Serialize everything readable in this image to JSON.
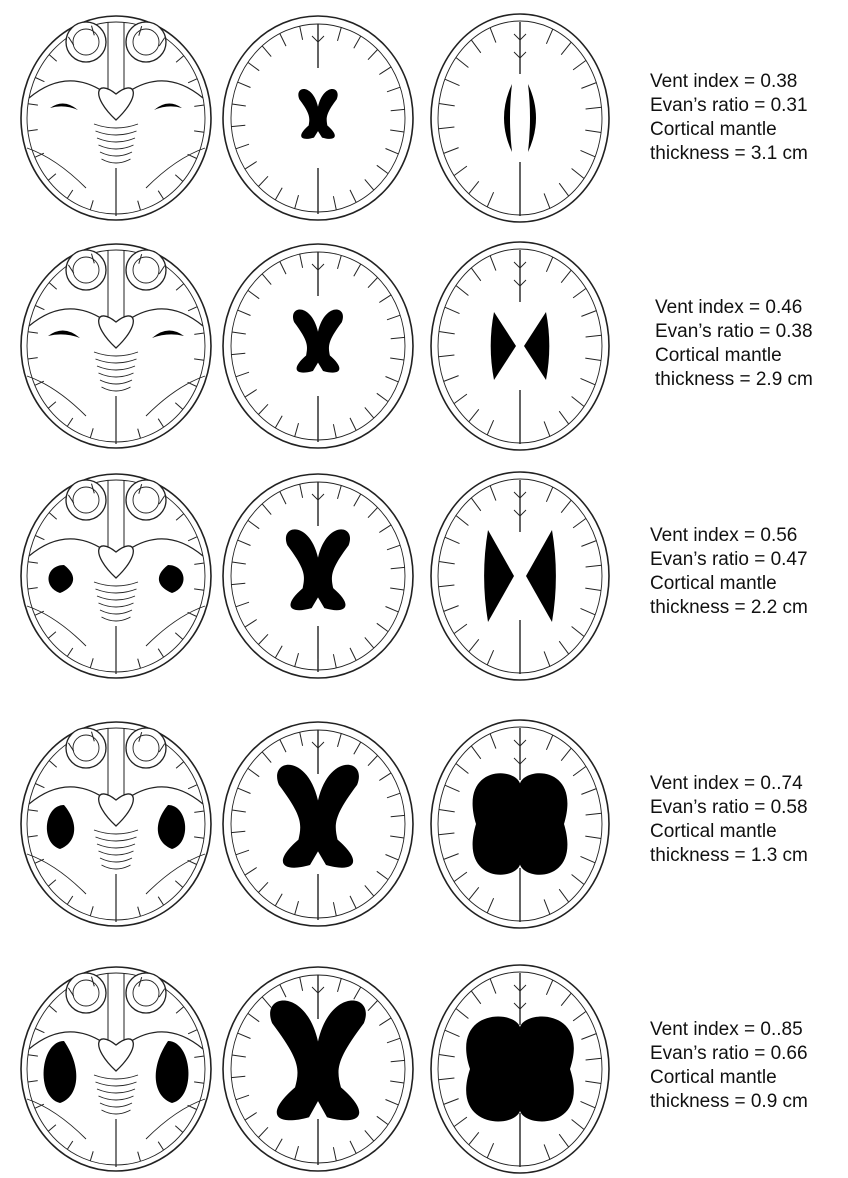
{
  "rows": [
    {
      "vent_index": "Vent index = 0.38",
      "evans_ratio": "Evan’s ratio = 0.31",
      "mantle_label": "Cortical mantle",
      "mantle_value": "thickness = 3.1 cm",
      "severity": 0
    },
    {
      "vent_index": "Vent index = 0.46",
      "evans_ratio": "Evan’s ratio = 0.38",
      "mantle_label": "Cortical mantle",
      "mantle_value": "thickness =  2.9 cm",
      "severity": 1
    },
    {
      "vent_index": "Vent index = 0.56",
      "evans_ratio": "Evan’s ratio = 0.47",
      "mantle_label": "Cortical mantle",
      "mantle_value": "thickness = 2.2 cm",
      "severity": 2
    },
    {
      "vent_index": "Vent index = 0..74",
      "evans_ratio": "Evan’s ratio = 0.58",
      "mantle_label": "Cortical mantle",
      "mantle_value": "thickness = 1.3 cm",
      "severity": 3
    },
    {
      "vent_index": "Vent index = 0..85",
      "evans_ratio": "Evan’s ratio = 0.66",
      "mantle_label": "Cortical mantle",
      "mantle_value": "thickness = 0.9 cm",
      "severity": 4
    }
  ],
  "colors": {
    "outline": "#222222",
    "ventricle": "#000000",
    "background": "#ffffff"
  }
}
